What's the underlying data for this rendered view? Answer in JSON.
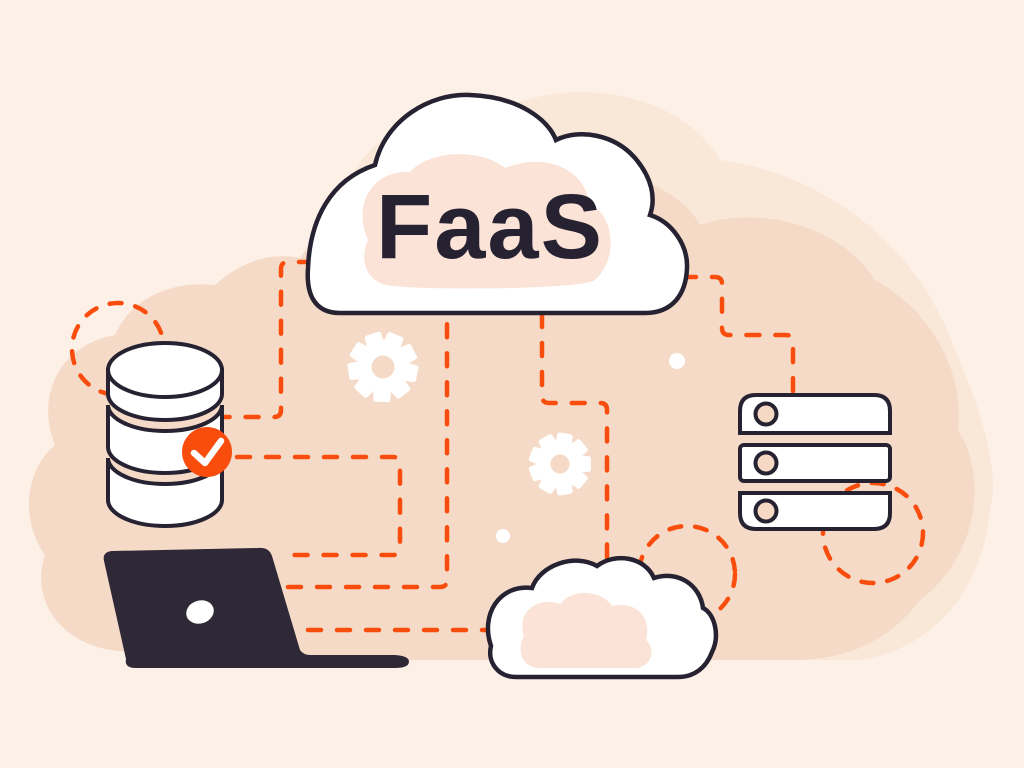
{
  "title": {
    "text": "FaaS"
  },
  "colors": {
    "background": "#fdf0e7",
    "halo": "#f9e7d8",
    "blob": "#f5dbc7",
    "cloud_inner": "#fbe3d7",
    "ink": "#262232",
    "laptop": "#2e2837",
    "orange": "#f94d0e",
    "white": "#ffffff",
    "led": "#f5d9c5"
  },
  "icons": [
    "faas-cloud-icon",
    "database-icon",
    "check-badge-icon",
    "laptop-icon",
    "server-rack-icon",
    "gear-icon",
    "small-cloud-icon",
    "dashed-connector",
    "dashed-circle",
    "white-dot"
  ]
}
